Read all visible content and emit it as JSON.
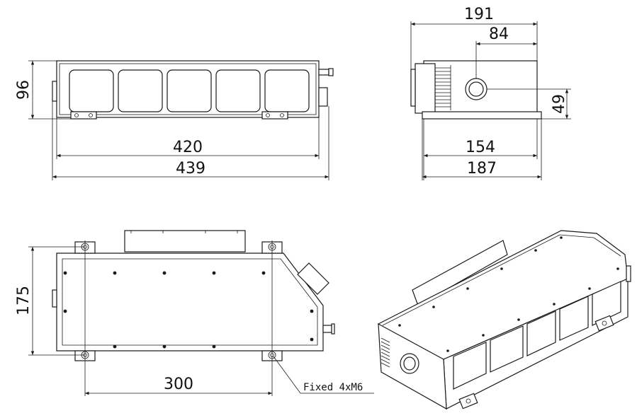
{
  "views": {
    "front": {
      "height_dim": "96",
      "inner_width_dim": "420",
      "outer_width_dim": "439"
    },
    "side": {
      "overall_width_dim": "191",
      "port_offset_dim": "84",
      "port_height_dim": "49",
      "inner_base_dim": "154",
      "outer_base_dim": "187"
    },
    "top": {
      "depth_dim": "175",
      "hole_spacing_dim": "300",
      "mount_note": "Fixed 4xM6"
    }
  }
}
